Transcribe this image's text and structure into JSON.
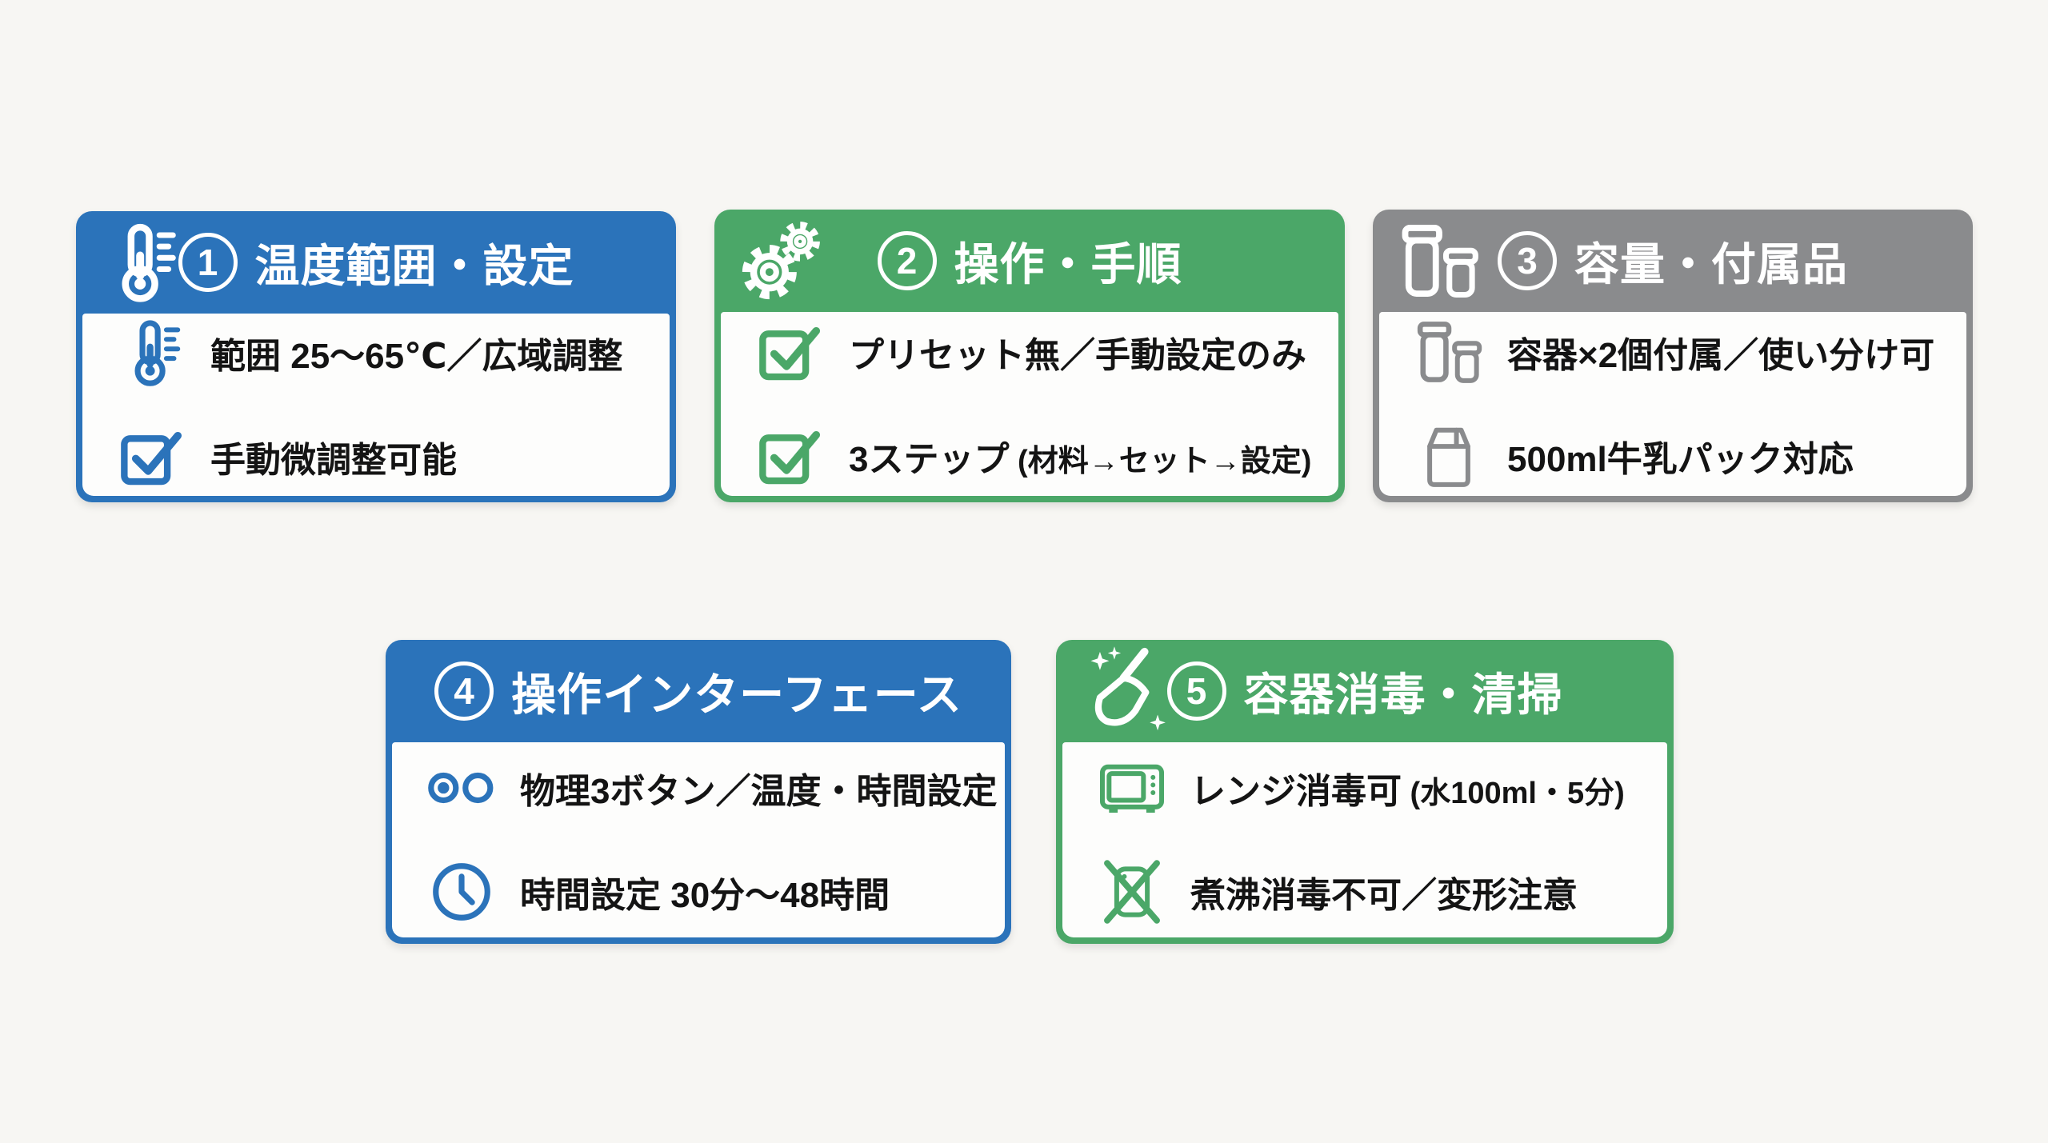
{
  "colors": {
    "background": "#F7F6F3",
    "blue": "#2B73BA",
    "green": "#4BA768",
    "gray": "#8A8B8D",
    "body_text": "#141414",
    "card_body": "#FDFDFC"
  },
  "cards": [
    {
      "number": "1",
      "title": "温度範囲・設定",
      "theme": "blue",
      "header_icon": "thermometer-icon",
      "items": [
        {
          "icon": "thermometer-icon",
          "text": "範囲 25〜65℃／広域調整",
          "sub": ""
        },
        {
          "icon": "checkbox-icon",
          "text": "手動微調整可能",
          "sub": ""
        }
      ]
    },
    {
      "number": "2",
      "title": "操作・手順",
      "theme": "green",
      "header_icon": "gears-icon",
      "items": [
        {
          "icon": "checkbox-icon",
          "text": "プリセット無／手動設定のみ",
          "sub": ""
        },
        {
          "icon": "checkbox-icon",
          "text": "3ステップ",
          "sub": " (材料→セット→設定)"
        }
      ]
    },
    {
      "number": "3",
      "title": "容量・付属品",
      "theme": "gray",
      "header_icon": "containers-icon",
      "items": [
        {
          "icon": "containers-icon",
          "text": "容器×2個付属／使い分け可",
          "sub": ""
        },
        {
          "icon": "milk-carton-icon",
          "text": "500ml牛乳パック対応",
          "sub": ""
        }
      ]
    },
    {
      "number": "4",
      "title": "操作インターフェース",
      "theme": "blue",
      "header_icon": "",
      "items": [
        {
          "icon": "radio-buttons-icon",
          "text": "物理3ボタン／温度・時間設定",
          "sub": ""
        },
        {
          "icon": "clock-icon",
          "text": "時間設定 30分〜48時間",
          "sub": ""
        }
      ]
    },
    {
      "number": "5",
      "title": "容器消毒・清掃",
      "theme": "green",
      "header_icon": "cleaning-brush-icon",
      "items": [
        {
          "icon": "microwave-icon",
          "text": "レンジ消毒可",
          "sub": " (水100ml・5分)"
        },
        {
          "icon": "no-boil-icon",
          "text": "煮沸消毒不可／変形注意",
          "sub": ""
        }
      ]
    }
  ]
}
